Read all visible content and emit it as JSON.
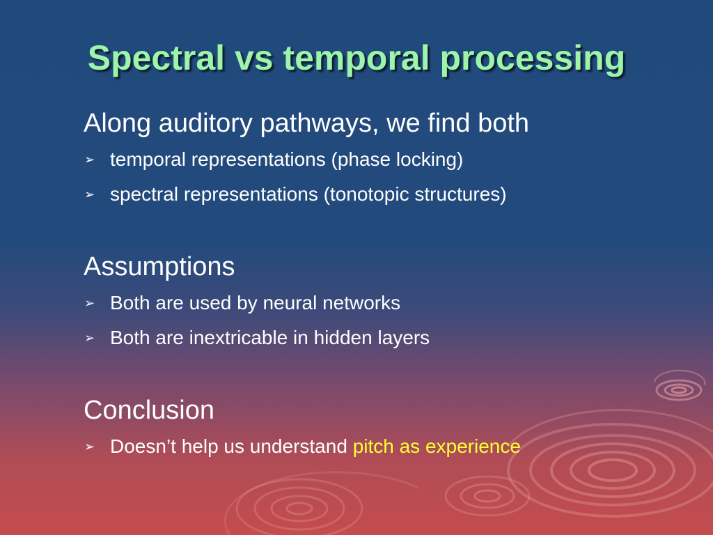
{
  "slide": {
    "title": "Spectral vs temporal processing",
    "bullet_glyph": "➢",
    "sections": [
      {
        "heading": "Along auditory pathways, we find both",
        "bullets": [
          "temporal representations (phase locking)",
          "spectral representations (tonotopic structures)"
        ]
      },
      {
        "heading": "Assumptions",
        "bullets": [
          "Both are used by neural networks",
          "Both are inextricable in hidden layers"
        ]
      },
      {
        "heading": "Conclusion",
        "bullets": [
          {
            "text": "Doesn’t help us understand ",
            "highlight": "pitch as experience"
          }
        ]
      }
    ]
  },
  "colors": {
    "title": "#9cf5a8",
    "text": "#ffffff",
    "highlight": "#ffff33",
    "background_top": "#214a7c",
    "background_bottom": "#c44c4e"
  },
  "decoration": {
    "icon": "water-ripples-icon"
  }
}
